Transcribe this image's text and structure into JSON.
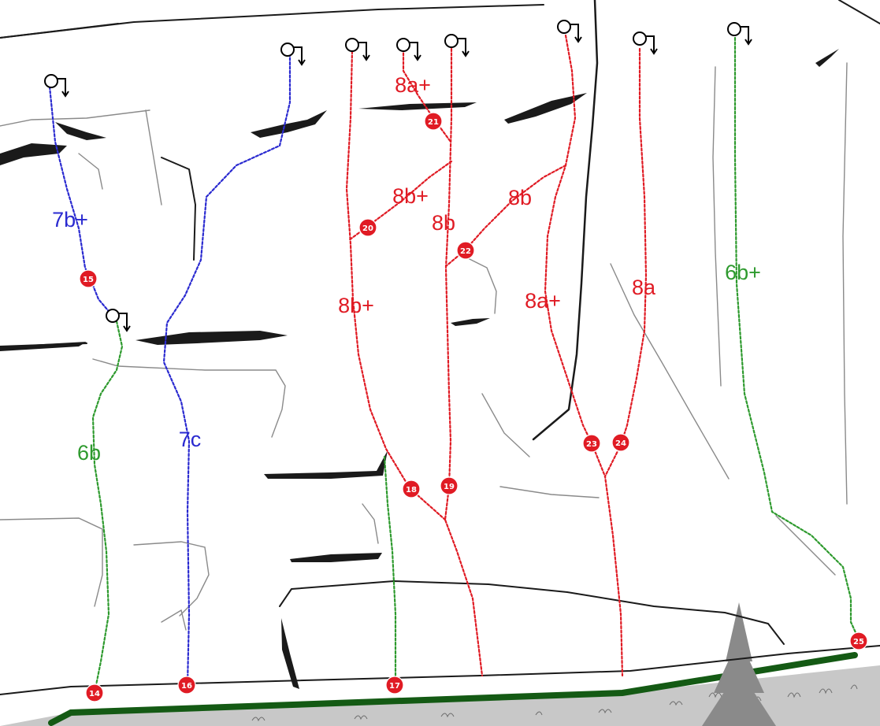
{
  "colors": {
    "red": "#e01b24",
    "blue": "#2a2ad0",
    "green": "#2e9a2e",
    "path": "#145a14",
    "ground": "#c8c8c8",
    "tree": "#8a8a8a"
  },
  "routes": [
    {
      "number": "14",
      "grade": "6b",
      "color": "green"
    },
    {
      "number": "15",
      "grade": "7b+",
      "color": "blue"
    },
    {
      "number": "16",
      "grade": "7c",
      "color": "blue"
    },
    {
      "number": "17",
      "grade": "",
      "color": "green"
    },
    {
      "number": "18",
      "grade": "8b+",
      "color": "red"
    },
    {
      "number": "19",
      "grade": "8b",
      "color": "red"
    },
    {
      "number": "20",
      "grade": "8b+",
      "color": "red"
    },
    {
      "number": "21",
      "grade": "8a+",
      "color": "red"
    },
    {
      "number": "22",
      "grade": "8b",
      "color": "red"
    },
    {
      "number": "23",
      "grade": "8a+",
      "color": "red"
    },
    {
      "number": "24",
      "grade": "8a",
      "color": "red"
    },
    {
      "number": "25",
      "grade": "6b+",
      "color": "green"
    }
  ],
  "anchor_icon": "lower-off-anchor-icon",
  "tree_icon": "pine-tree-icon"
}
